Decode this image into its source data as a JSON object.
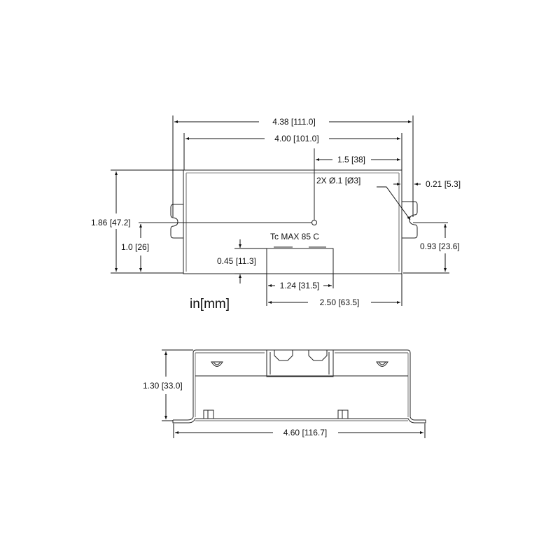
{
  "drawing": {
    "units_label": "in[mm]",
    "note_tc": "Tc MAX 85 C",
    "top_view": {
      "dims": {
        "overall_length": "4.38 [111.0]",
        "body_length": "4.00 [101.0]",
        "tc_point_offset": "1.5 [38]",
        "hole_spec": "2X Ø.1 [Ø3]",
        "tab_offset": "0.21 [5.3]",
        "overall_width": "1.86 [47.2]",
        "hole_height_left": "1.0 [26]",
        "hole_height_right": "0.93 [23.6]",
        "connector_depth": "0.45 [11.3]",
        "connector_width": "1.24 [31.5]",
        "connector_offset": "2.50 [63.5]"
      }
    },
    "end_view": {
      "dims": {
        "height": "1.30 [33.0]",
        "overall_width": "4.60 [116.7]"
      }
    }
  }
}
